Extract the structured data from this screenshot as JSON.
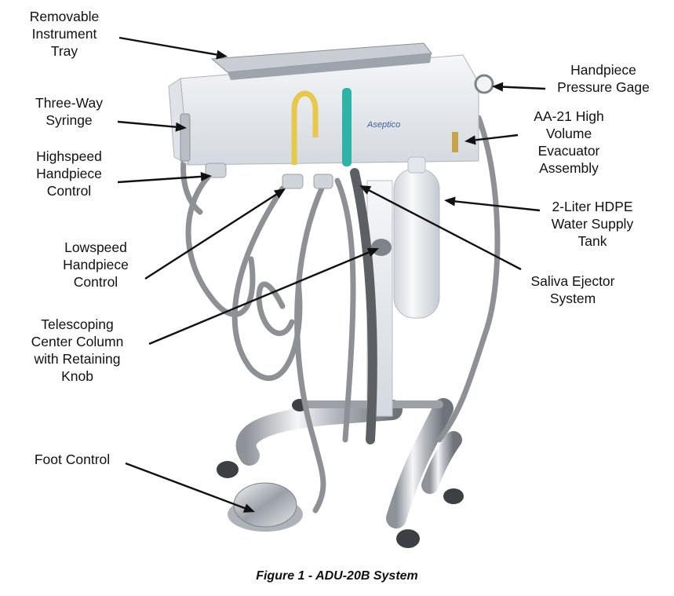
{
  "labels": {
    "tray": [
      "Removable",
      "Instrument",
      "Tray"
    ],
    "syringe": [
      "Three-Way",
      "Syringe"
    ],
    "highspeed": [
      "Highspeed",
      "Handpiece",
      "Control"
    ],
    "lowspeed": [
      "Lowspeed",
      "Handpiece",
      "Control"
    ],
    "column": [
      "Telescoping",
      "Center Column",
      "with Retaining",
      "Knob"
    ],
    "foot": [
      "Foot Control"
    ],
    "gage": [
      "Handpiece",
      "Pressure Gage"
    ],
    "evacuator": [
      "AA-21 High",
      "Volume",
      "Evacuator",
      "Assembly"
    ],
    "tank": [
      "2-Liter HDPE",
      "Water Supply",
      "Tank"
    ],
    "saliva": [
      "Saliva Ejector",
      "System"
    ]
  },
  "device_logo": "Aseptico",
  "caption": "Figure 1 - ADU-20B System",
  "colors": {
    "body": "#e9ecf0",
    "chrome": "#c8ccd1",
    "hose": "#8d9196",
    "teal": "#2fb3a6",
    "yellow": "#e7c84a",
    "dark": "#45484c"
  }
}
